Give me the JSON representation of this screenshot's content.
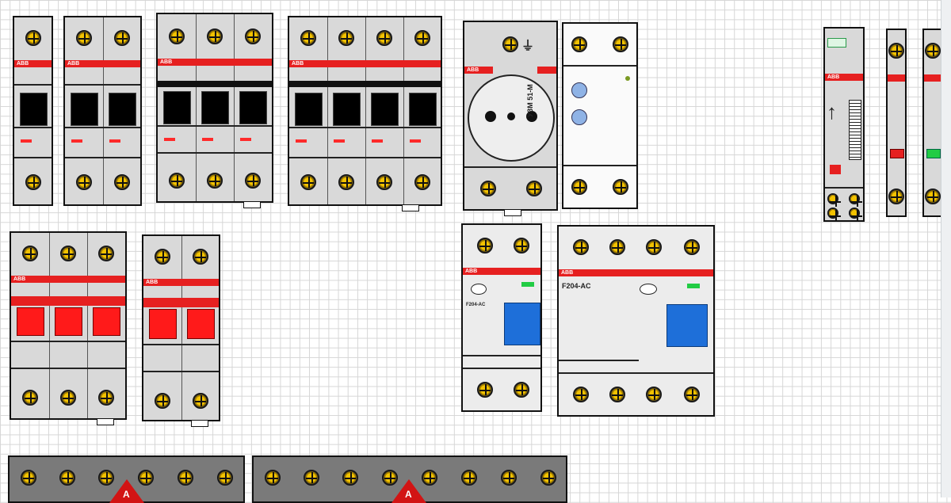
{
  "brand": "ABB",
  "socket_model": "УЗМ 51-М",
  "rcd_label": "F204-AC",
  "labels": {
    "bar_marker": "A"
  },
  "colors": {
    "grid_line": "#d6d6d6",
    "module_body": "#d9d9d9",
    "abb_red": "#e62020",
    "test_green": "#22cc44",
    "rcd_blue": "#1e6fd9",
    "terminal_yellow": "#f2c200",
    "busbar_grey": "#7a7a7a"
  },
  "icons": [
    "terminal-screw-icon",
    "ground-symbol-icon",
    "test-button-icon",
    "arrow-up-icon"
  ]
}
